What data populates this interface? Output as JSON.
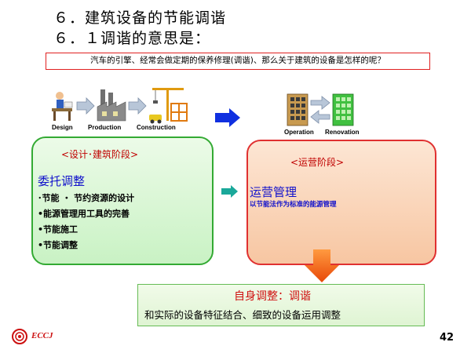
{
  "slide": {
    "title_line1": "６．建筑设备的节能调谐",
    "title_line2": "６．１调谐的意思是：",
    "question": "汽车的引擎、经常会做定期的保养修理(调谐)、那么关于建筑的设备是怎样的呢？",
    "labels": {
      "design": "Design",
      "production": "Production",
      "construction": "Construction",
      "operation": "Operation",
      "renovation": "Renovation"
    },
    "design_phase": {
      "title": "<设计･建筑阶段>",
      "heading": "委托调整",
      "items": [
        "･节能 ・ 节约资源的设计",
        "•能源管理用工具的完善",
        "•节能施工",
        "•节能调整"
      ]
    },
    "ops_phase": {
      "title": "<运营阶段>",
      "heading": "运营管理",
      "subtext": "以节能法作为标准的能源管理"
    },
    "self_adjust": {
      "title": "自身调整：调谐",
      "description": "和实际的设备特征结合、细致的设备运用调整"
    },
    "footer": {
      "logo_text": "ECCJ",
      "page_number": "42"
    },
    "colors": {
      "design_border": "#33aa33",
      "ops_border": "#e03030",
      "arrow_blue": "#1030e0",
      "arrow_teal": "#1aa89a",
      "arrow_orange": "#f05a10"
    }
  }
}
